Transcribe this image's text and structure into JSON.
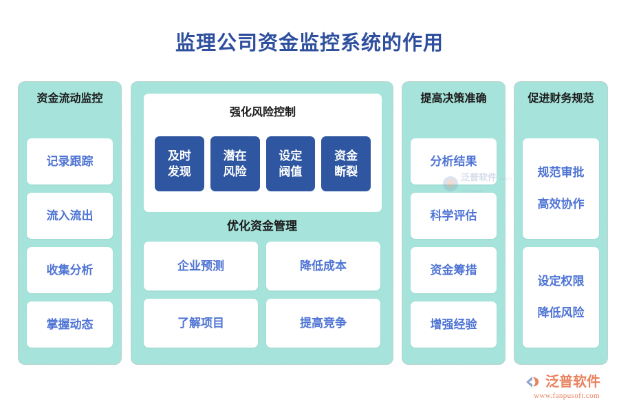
{
  "page": {
    "title": "监理公司资金监控系统的作用",
    "title_color": "#2e4f9e",
    "panel_bg": "#a6e3da",
    "card_text_color": "#4f74d4",
    "accent_blue": "#2f56a0"
  },
  "columns": [
    {
      "id": "capital-flow-monitoring",
      "title": "资金流动监控",
      "type": "simple",
      "cards": [
        {
          "label": "记录跟踪"
        },
        {
          "label": "流入流出"
        },
        {
          "label": "收集分析"
        },
        {
          "label": "掌握动态"
        }
      ]
    },
    {
      "id": "risk-control",
      "type": "composite",
      "risk": {
        "title": "强化风险控制",
        "cards": [
          {
            "line1": "及时",
            "line2": "发现"
          },
          {
            "line1": "潜在",
            "line2": "风险"
          },
          {
            "line1": "设定",
            "line2": "阀值"
          },
          {
            "line1": "资金",
            "line2": "断裂"
          }
        ]
      },
      "optimize": {
        "title": "优化资金管理",
        "cards": [
          {
            "label": "企业预测"
          },
          {
            "label": "降低成本"
          },
          {
            "label": "了解项目"
          },
          {
            "label": "提高竞争"
          }
        ]
      }
    },
    {
      "id": "decision-accuracy",
      "title": "提高决策准确",
      "type": "simple",
      "cards": [
        {
          "label": "分析结果"
        },
        {
          "label": "科学评估"
        },
        {
          "label": "资金筹措"
        },
        {
          "label": "增强经验"
        }
      ]
    },
    {
      "id": "finance-standardization",
      "title": "促进财务规范",
      "type": "dual",
      "cards": [
        {
          "line1": "规范审批",
          "line2": "高效协作"
        },
        {
          "line1": "设定权限",
          "line2": "降低风险"
        }
      ]
    }
  ],
  "watermark": {
    "name": "泛普软件",
    "sub": "FANPU SOFTWARE"
  },
  "footer_logo": {
    "name": "泛普软件",
    "url": "www.fanpusoft.com"
  }
}
